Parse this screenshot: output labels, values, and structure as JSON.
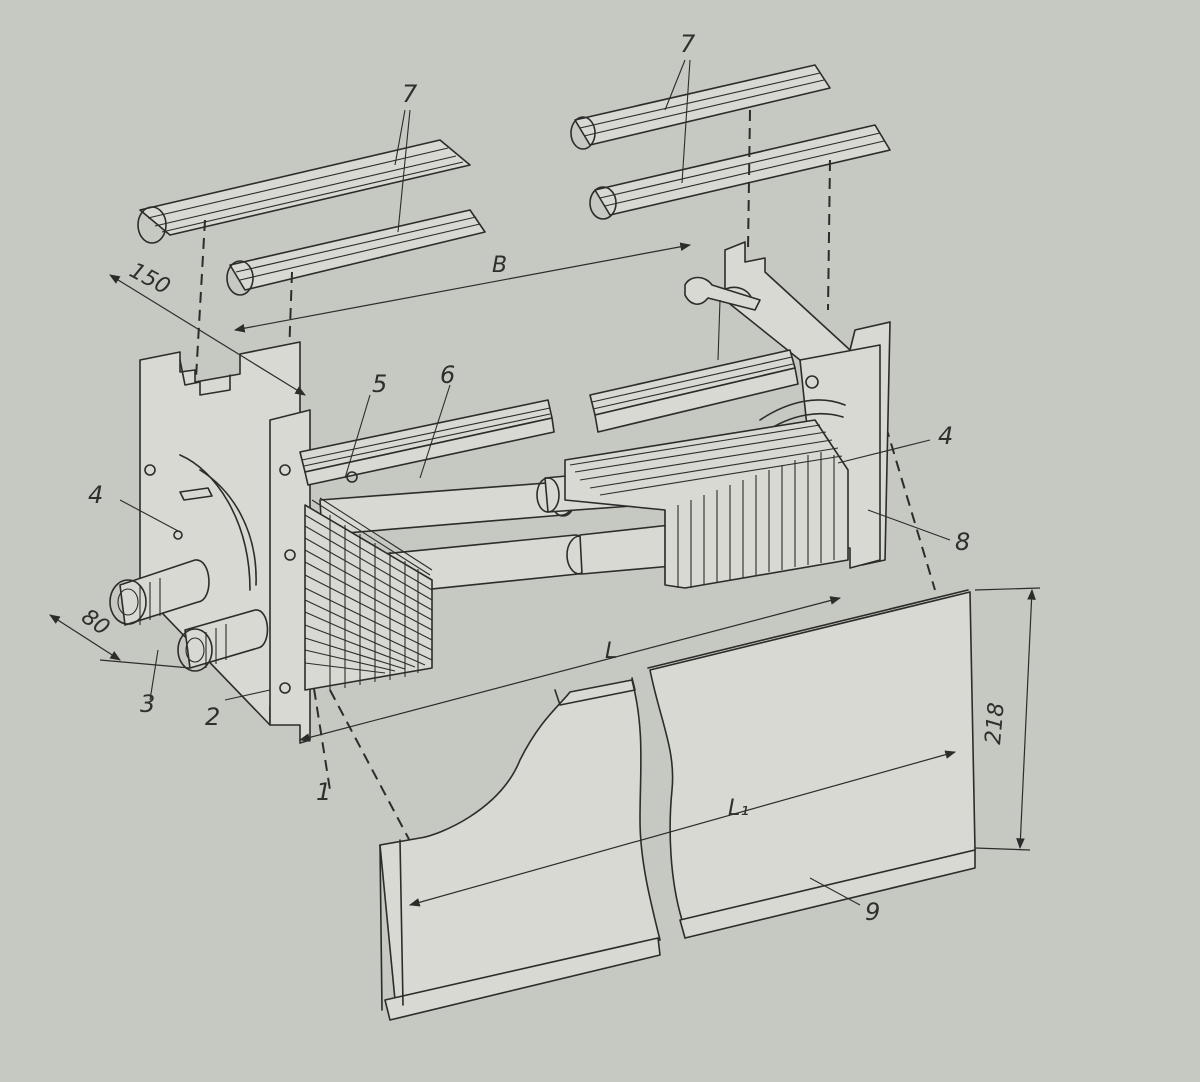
{
  "labels": {
    "part_1": "1",
    "part_2": "2",
    "part_3": "3",
    "part_4": "4",
    "part_5": "5",
    "part_6": "6",
    "part_7": "7",
    "part_8": "8",
    "part_9": "9"
  },
  "dimensions": {
    "depth": "150",
    "pipe_spacing": "80",
    "height": "218",
    "length": "L",
    "length_casing": "L₁",
    "distance": "B"
  },
  "colors": {
    "paper": "#c6c8c2",
    "ink": "#2c2c2a"
  }
}
